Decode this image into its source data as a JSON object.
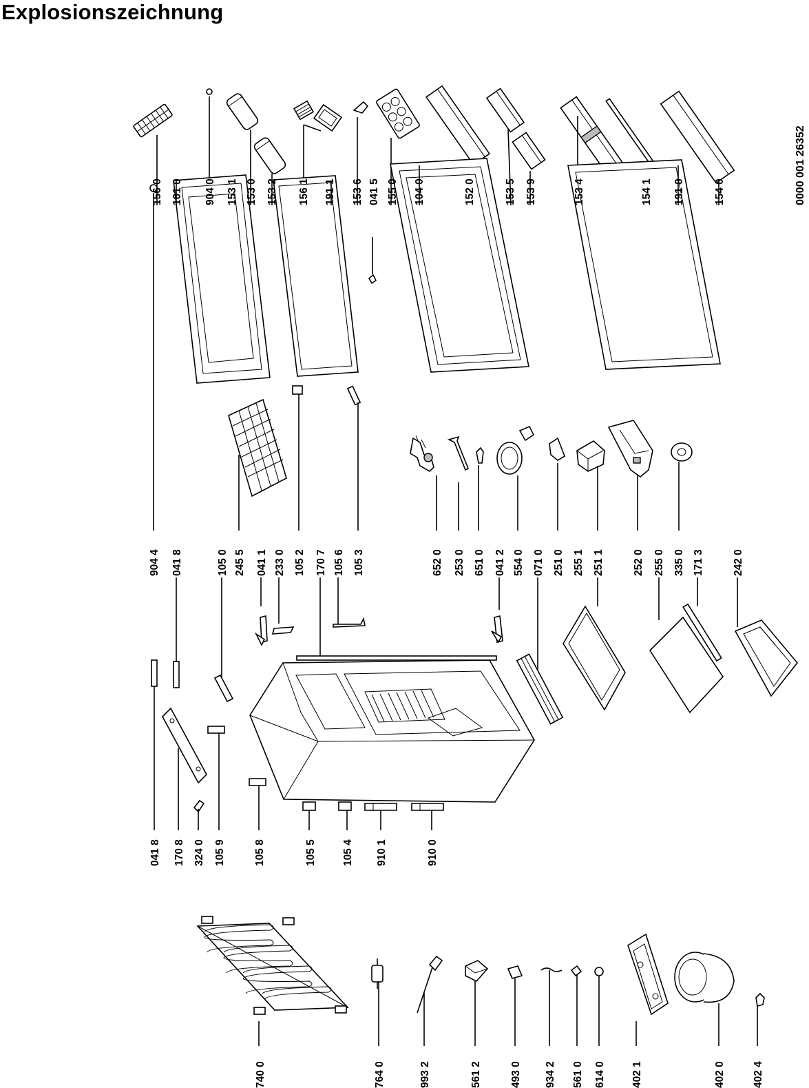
{
  "title": "Explosionszeichnung",
  "document_number": "0000 001 26352",
  "labels": {
    "row1": [
      "156 0",
      "101 0",
      "904 0",
      "153 1",
      "153 0",
      "153 2",
      "156 1",
      "191 1",
      "153 6",
      "041 5",
      "155 0",
      "104 0",
      "152 0",
      "153 5",
      "153 9",
      "153 4",
      "154 1",
      "191 0",
      "154 0"
    ],
    "row2": [
      "904 4",
      "041 8",
      "105 0",
      "245 5",
      "041 1",
      "233 0",
      "105 2",
      "170 7",
      "105 6",
      "105 3",
      "652 0",
      "253 0",
      "651 0",
      "041 2",
      "554 0",
      "071 0",
      "251 0",
      "255 1",
      "251 1",
      "252 0",
      "255 0",
      "335 0",
      "171 3",
      "242 0"
    ],
    "row3": [
      "041 8",
      "170 8",
      "324 0",
      "105 9",
      "105 8",
      "105 5",
      "105 4",
      "910 1",
      "910 0"
    ],
    "row4": [
      "740 0",
      "764 0",
      "993 2",
      "561 2",
      "493 0",
      "934 2",
      "561 0",
      "614 0",
      "402 1",
      "402 0",
      "402 4"
    ]
  },
  "colors": {
    "ink": "#000000",
    "paper": "#ffffff",
    "shade": "#bbbbbb"
  }
}
